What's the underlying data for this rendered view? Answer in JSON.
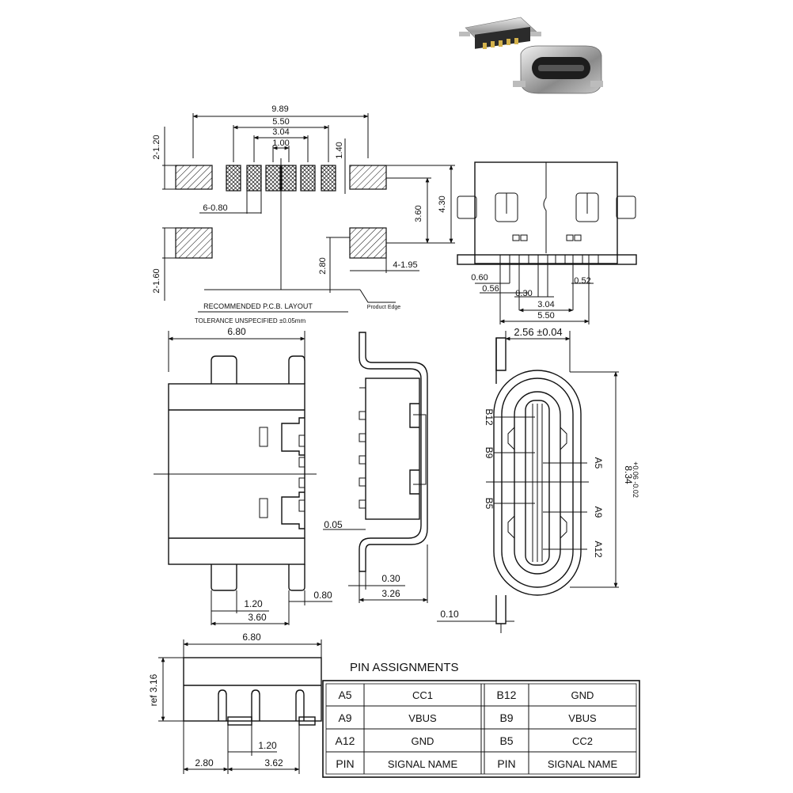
{
  "pcb": {
    "title": "RECOMMENDED P.C.B. LAYOUT",
    "tolerance": "TOLERANCE UNSPECIFIED ±0.05mm",
    "product_edge": "Product Edge",
    "dims": {
      "overall": "9.89",
      "pitch_outer": "5.50",
      "pitch_inner": "3.04",
      "pitch_center": "1.00",
      "pad_h": "1.40",
      "left_h": "2-1.20",
      "pin_w": "6-0.80",
      "rows": "4.30",
      "gap": "3.60",
      "bottom_h": "2-1.60",
      "bottom_w": "2.80",
      "shell_w": "4-1.95"
    }
  },
  "front": {
    "dims": {
      "a": "0.60",
      "b": "0.52",
      "c": "0.56",
      "d": "0.30",
      "e": "3.04",
      "f": "5.50"
    }
  },
  "top_view": {
    "dims": {
      "width": "6.80",
      "d1": "0.05",
      "d2": "1.20",
      "d3": "3.60",
      "d4": "0.80"
    }
  },
  "side_view": {
    "dims": {
      "d1": "0.30",
      "d2": "3.26"
    }
  },
  "end_view": {
    "dims": {
      "width": "2.56 ±0.04",
      "height": "8.34",
      "tol": "+0.06 -0.02",
      "t": "0.10"
    },
    "pins": {
      "b12": "B12",
      "b9": "B9",
      "b5": "B5",
      "a5": "A5",
      "a9": "A9",
      "a12": "A12"
    }
  },
  "bottom_view": {
    "dims": {
      "width": "6.80",
      "height": "ref 3.16",
      "d1": "1.20",
      "d2": "2.80",
      "d3": "3.62"
    }
  },
  "pin_table": {
    "title": "PIN ASSIGNMENTS",
    "rows": [
      {
        "pin1": "A5",
        "sig1": "CC1",
        "pin2": "B12",
        "sig2": "GND"
      },
      {
        "pin1": "A9",
        "sig1": "VBUS",
        "pin2": "B9",
        "sig2": "VBUS"
      },
      {
        "pin1": "A12",
        "sig1": "GND",
        "pin2": "B5",
        "sig2": "CC2"
      },
      {
        "pin1": "PIN",
        "sig1": "SIGNAL NAME",
        "pin2": "PIN",
        "sig2": "SIGNAL NAME"
      }
    ]
  }
}
